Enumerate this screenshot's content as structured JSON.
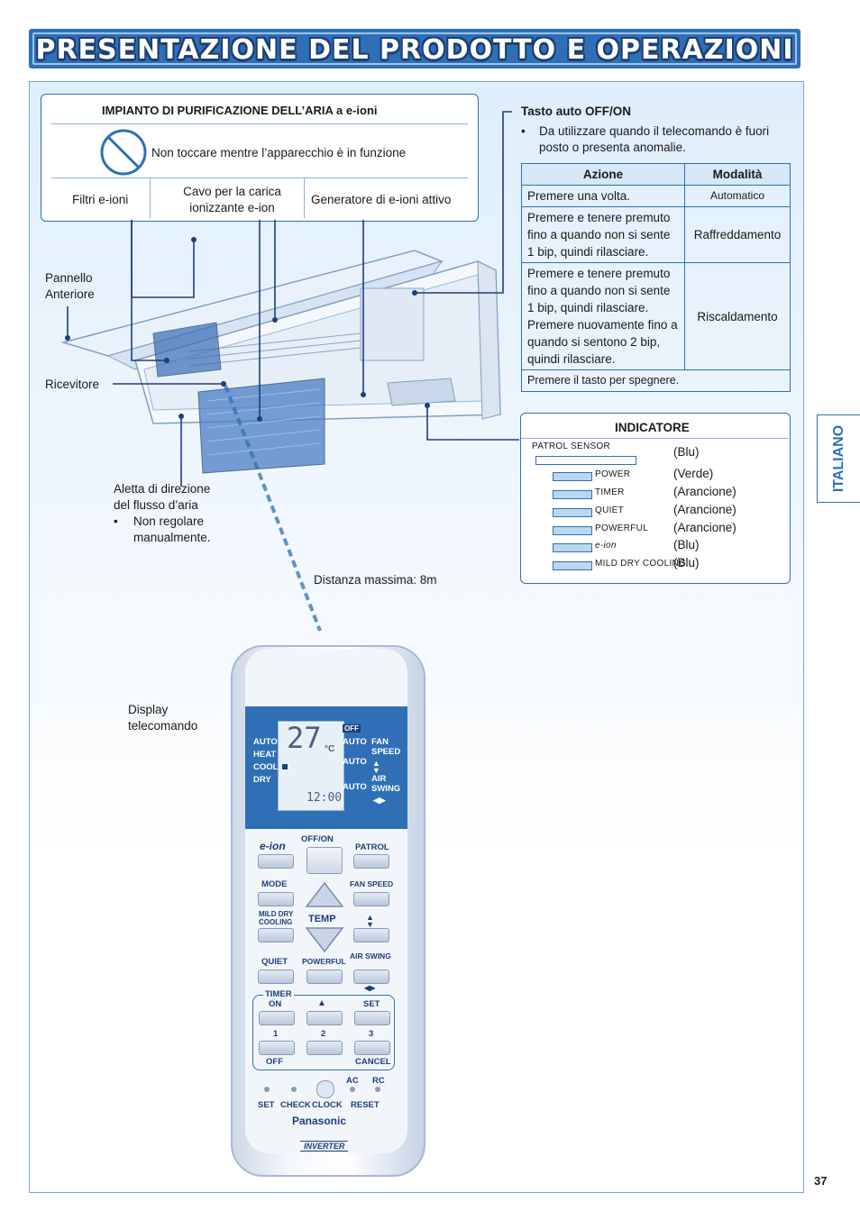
{
  "page": {
    "title": "PRESENTAZIONE DEL PRODOTTO E OPERAZIONI",
    "side_tab": "ITALIANO",
    "number": "37"
  },
  "eion_box": {
    "heading": "IMPIANTO DI PURIFICAZIONE DELL’ARIA a e-ioni",
    "warning": "Non toccare mentre l’apparecchio è in funzione",
    "parts": [
      "Filtri e-ioni",
      "Cavo per la carica ionizzante e-ion",
      "Generatore di e-ioni attivo"
    ]
  },
  "callouts": {
    "front_panel": "Pannello Anteriore",
    "receiver": "Ricevitore",
    "flap_line1": "Aletta di direzione",
    "flap_line2": "del flusso d’aria",
    "flap_note_line1": "Non regolare",
    "flap_note_line2": "manualmente.",
    "distance": "Distanza massima: 8m",
    "remote_display_line1": "Display",
    "remote_display_line2": "telecomando"
  },
  "auto_button": {
    "heading": "Tasto auto OFF/ON",
    "note_line1": "Da utilizzare quando il telecomando è fuori",
    "note_line2": "posto o presenta anomalie.",
    "table": {
      "headers": [
        "Azione",
        "Modalità"
      ],
      "rows": [
        {
          "action": "Premere una volta.",
          "mode": "Automatico"
        },
        {
          "action": "Premere e tenere premuto fino a quando non si sente 1 bip, quindi rilasciare.",
          "mode": "Raffreddamento"
        },
        {
          "action": "Premere e tenere premuto fino a quando non si sente 1 bip, quindi rilasciare. Premere nuovamente fino a quando si sentono 2 bip, quindi rilasciare.",
          "mode": "Riscaldamento"
        }
      ],
      "footer": "Premere il tasto per spegnere."
    }
  },
  "indicator": {
    "heading": "INDICATORE",
    "items": [
      {
        "label": "PATROL SENSOR",
        "color": "(Blu)"
      },
      {
        "label": "POWER",
        "color": "(Verde)"
      },
      {
        "label": "TIMER",
        "color": "(Arancione)"
      },
      {
        "label": "QUIET",
        "color": "(Arancione)"
      },
      {
        "label": "POWERFUL",
        "color": "(Arancione)"
      },
      {
        "label": "e-ion",
        "color": "(Blu)"
      },
      {
        "label": "MILD DRY COOLING",
        "color": "(Blu)"
      }
    ]
  },
  "remote": {
    "lcd_temp": "27",
    "lcd_unit": "°C",
    "lcd_time": "12:00",
    "lcd_off": "OFF",
    "modes": [
      "AUTO",
      "HEAT",
      "COOL",
      "DRY"
    ],
    "auto1": "AUTO",
    "auto2": "AUTO",
    "auto3": "AUTO",
    "fan_speed": "FAN SPEED",
    "air_swing": "AIR SWING",
    "buttons": {
      "eion": "e-ion",
      "offon": "OFF/ON",
      "patrol": "PATROL",
      "mode": "MODE",
      "fan_speed": "FAN SPEED",
      "mild_dry": "MILD DRY COOLING",
      "temp": "TEMP",
      "quiet": "QUIET",
      "powerful": "POWERFUL",
      "air_swing": "AIR SWING",
      "timer": "TIMER",
      "on": "ON",
      "set": "SET",
      "n1": "1",
      "n2": "2",
      "n3": "3",
      "off": "OFF",
      "cancel": "CANCEL",
      "ac": "AC",
      "rc": "RC",
      "set_small": "SET",
      "check": "CHECK",
      "clock": "CLOCK",
      "reset": "RESET"
    },
    "brand": "Panasonic",
    "inverter": "INVERTER"
  },
  "colors": {
    "accent": "#2f6fb6",
    "title_shadow": "#1c3f73"
  }
}
